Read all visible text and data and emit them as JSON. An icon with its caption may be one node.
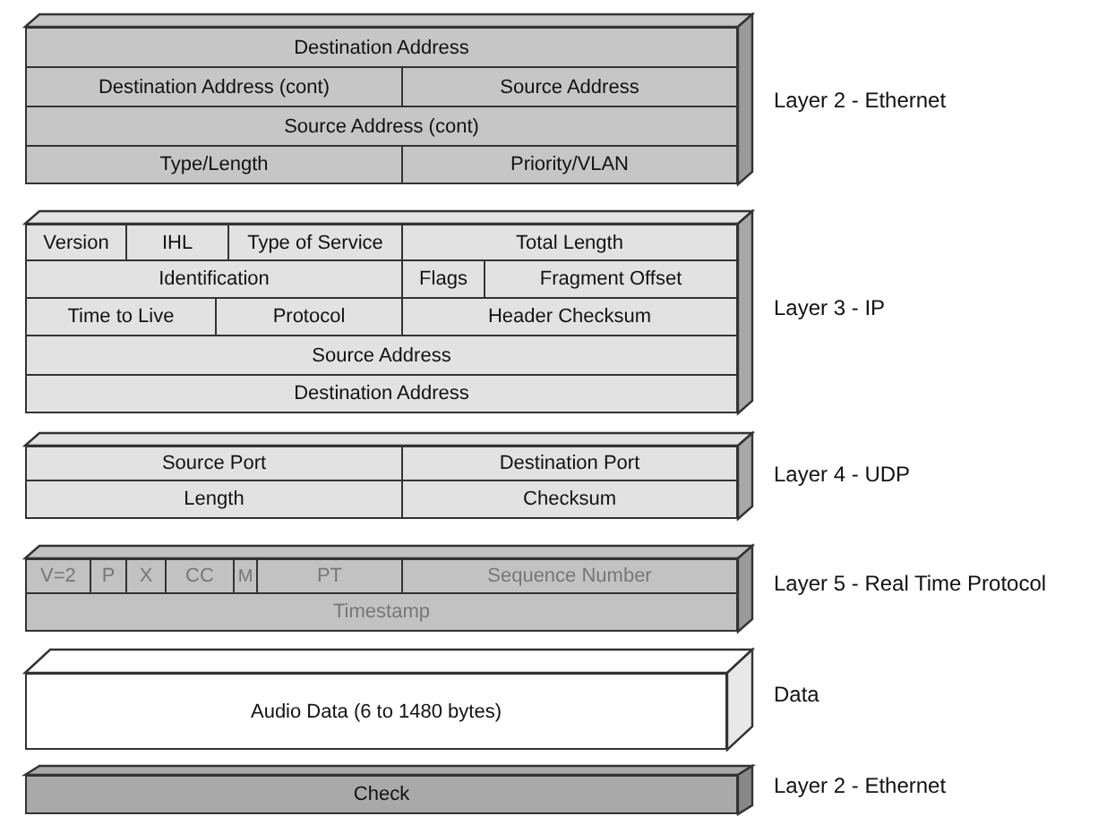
{
  "diagram": {
    "nodes": [
      {
        "text": [
          "Destination Address"
        ]
      },
      {
        "text": [
          "Destination Address (cont)"
        ]
      },
      {
        "text": [
          "Source Address"
        ]
      },
      {
        "text": [
          "Source Address (cont)"
        ]
      },
      {
        "text": [
          "Type/Length"
        ]
      },
      {
        "text": [
          "Priority/VLAN"
        ]
      },
      {
        "text": [
          "Version"
        ]
      },
      {
        "text": [
          "IHL"
        ]
      },
      {
        "text": [
          "Type of Service"
        ]
      },
      {
        "text": [
          "Total Length"
        ]
      },
      {
        "text": [
          "Identification"
        ]
      },
      {
        "text": [
          "Flags"
        ]
      },
      {
        "text": [
          "Fragment Offset"
        ]
      },
      {
        "text": [
          "Time to Live"
        ]
      },
      {
        "text": [
          "Protocol"
        ]
      },
      {
        "text": [
          "Header Checksum"
        ]
      },
      {
        "text": [
          "Source Address"
        ]
      },
      {
        "text": [
          "Destination Address"
        ]
      },
      {
        "text": [
          "Source Port"
        ]
      },
      {
        "text": [
          "Destination Port"
        ]
      },
      {
        "text": [
          "Length"
        ]
      },
      {
        "text": [
          "Checksum"
        ]
      },
      {
        "text": [
          "V=2"
        ]
      },
      {
        "text": [
          "P"
        ]
      },
      {
        "text": [
          "X"
        ]
      },
      {
        "text": [
          "CC"
        ]
      },
      {
        "text": [
          "M"
        ]
      },
      {
        "text": [
          "PT"
        ]
      },
      {
        "text": [
          "Sequence Number"
        ]
      },
      {
        "text": [
          "Timestamp"
        ]
      },
      {
        "text": [
          "Audio Data (6 to 1480 bytes)"
        ]
      },
      {
        "text": [
          "Check"
        ]
      }
    ],
    "labels": [
      "Layer 2 - Ethernet",
      "Layer 3 - IP",
      "Layer 4 - UDP",
      "Layer 5 - Real Time Protocol",
      "Data",
      "Layer 2 - Ethernet"
    ]
  }
}
